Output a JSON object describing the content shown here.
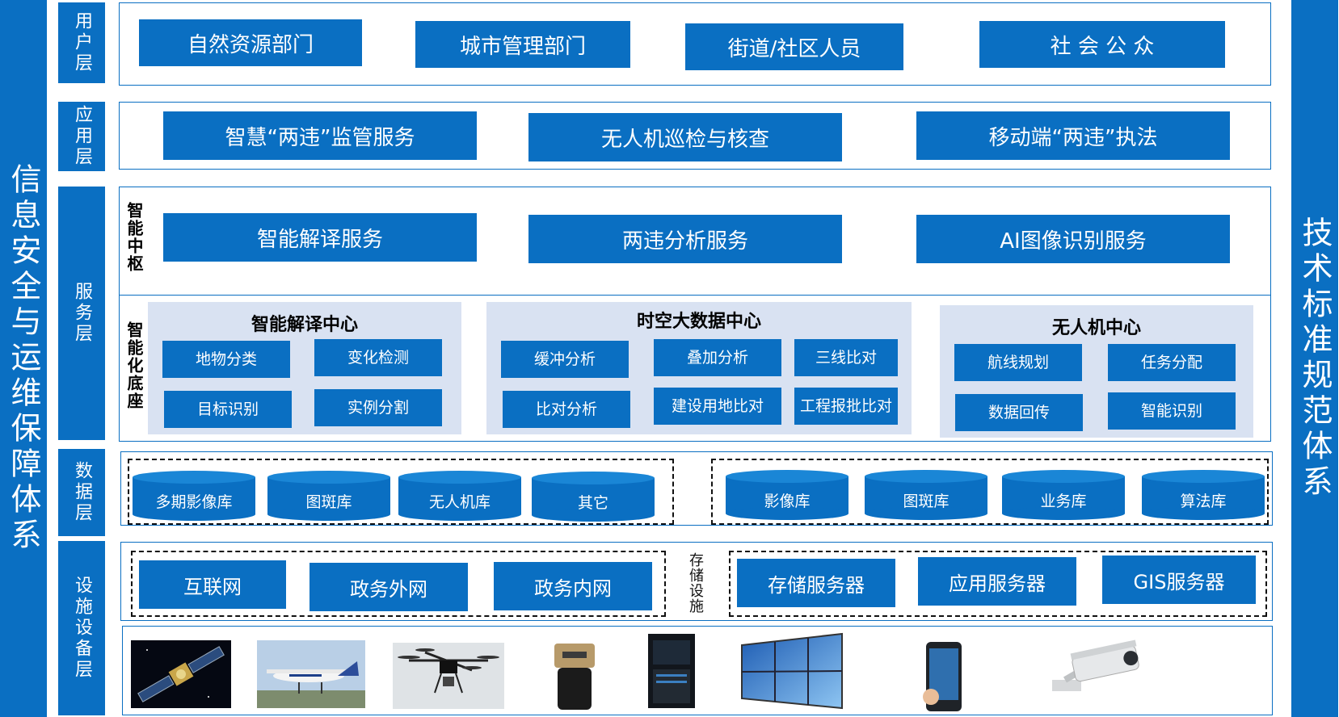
{
  "side_left": "信息安全与运维保障体系",
  "side_right": "技术标准规范体系",
  "layers": {
    "user": "用户层",
    "app": "应用层",
    "service": "服务层",
    "data": "数据层",
    "infra": "设施设备层"
  },
  "user_layer": [
    "自然资源部门",
    "城市管理部门",
    "街道/社区人员",
    "社 会 公 众"
  ],
  "app_layer": [
    "智慧“两违”监管服务",
    "无人机巡检与核查",
    "移动端“两违”执法"
  ],
  "service_layer": {
    "hub_label": "智能中枢",
    "hub_items": [
      "智能解译服务",
      "两违分析服务",
      "AI图像识别服务"
    ],
    "base_label": "智能化底座",
    "centers": [
      {
        "title": "智能解译中心",
        "items": [
          "地物分类",
          "变化检测",
          "目标识别",
          "实例分割"
        ]
      },
      {
        "title": "时空大数据中心",
        "items": [
          "缓冲分析",
          "叠加分析",
          "三线比对",
          "比对分析",
          "建设用地比对",
          "工程报批比对"
        ]
      },
      {
        "title": "无人机中心",
        "items": [
          "航线规划",
          "任务分配",
          "数据回传",
          "智能识别"
        ]
      }
    ]
  },
  "data_layer": {
    "left": [
      "多期影像库",
      "图斑库",
      "无人机库",
      "其它"
    ],
    "right": [
      "影像库",
      "图斑库",
      "业务库",
      "算法库"
    ]
  },
  "infra_layer": {
    "networks": [
      "互联网",
      "政务外网",
      "政务内网"
    ],
    "storage_label": "存储设施",
    "servers": [
      "存储服务器",
      "应用服务器",
      "GIS服务器"
    ]
  },
  "devices": [
    "satellite-icon",
    "aircraft-icon",
    "drone-icon",
    "camera-sensor-icon",
    "storage-device-icon",
    "video-wall-icon",
    "smartphone-icon",
    "cctv-camera-icon"
  ],
  "colors": {
    "primary": "#0a6fc2",
    "panel_bg": "#d9e2f2"
  }
}
